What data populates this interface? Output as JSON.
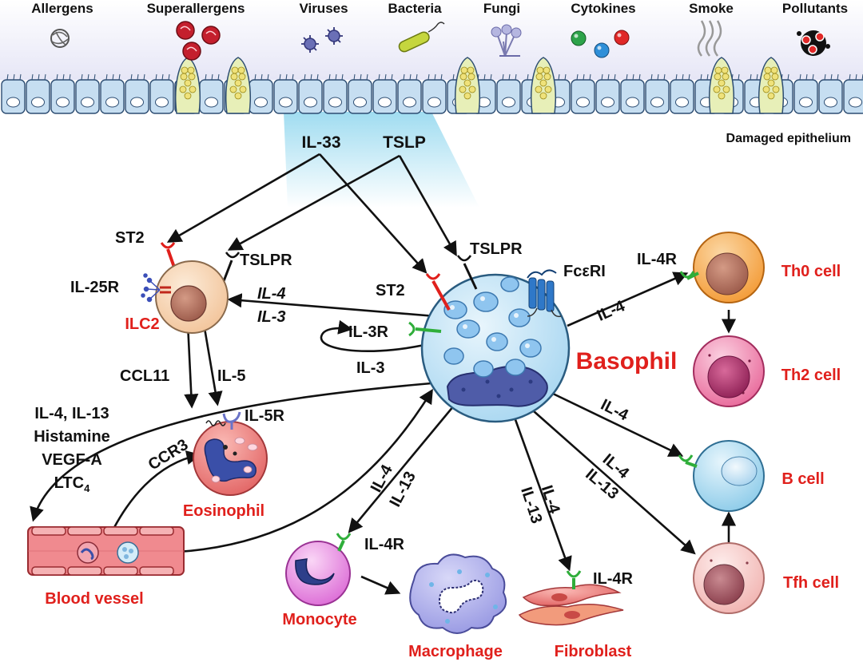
{
  "triggers": [
    "Allergens",
    "Superallergens",
    "Viruses",
    "Bacteria",
    "Fungi",
    "Cytokines",
    "Smoke",
    "Pollutants"
  ],
  "epithelium_label": "Damaged epithelium",
  "cytokines": {
    "il33": "IL-33",
    "tslp": "TSLP",
    "il4": "IL-4",
    "il3": "IL-3",
    "il5": "IL-5",
    "ccl11": "CCL11",
    "il13": "IL-13",
    "blood_mediators": [
      "IL-4, IL-13",
      "Histamine",
      "VEGF-A",
      "LTC"
    ],
    "ltc_subscript": "4"
  },
  "receptors": {
    "st2": "ST2",
    "tslpr": "TSLPR",
    "il25r": "IL-25R",
    "il3r": "IL-3R",
    "il5r": "IL-5R",
    "ccr3": "CCR3",
    "fceri": "FcεRI",
    "il4r": "IL-4R"
  },
  "cells": {
    "ilc2": "ILC2",
    "basophil": "Basophil",
    "th0": "Th0  cell",
    "th2": "Th2  cell",
    "bcell": "B  cell",
    "tfh": "Tfh  cell",
    "eosinophil": "Eosinophil",
    "blood_vessel": "Blood  vessel",
    "monocyte": "Monocyte",
    "macrophage": "Macrophage",
    "fibroblast": "Fibroblast"
  },
  "colors": {
    "label_red": "#e0201c",
    "basophil_fill": "#bfe2f5",
    "ilc2_fill": "#f6d3ad",
    "th0_fill": "#f6a949",
    "th2_fill": "#ef7ba6",
    "bcell_fill": "#a9d8ef",
    "tfh_fill": "#f5c7c4",
    "eosinophil_fill": "#f08181",
    "monocyte_fill": "#e98be3",
    "macrophage_fill": "#a7a8e9",
    "fibroblast_fill": "#f09a7a",
    "epithelium_fill": "#c6def1",
    "receptor_green": "#2fae3a"
  }
}
